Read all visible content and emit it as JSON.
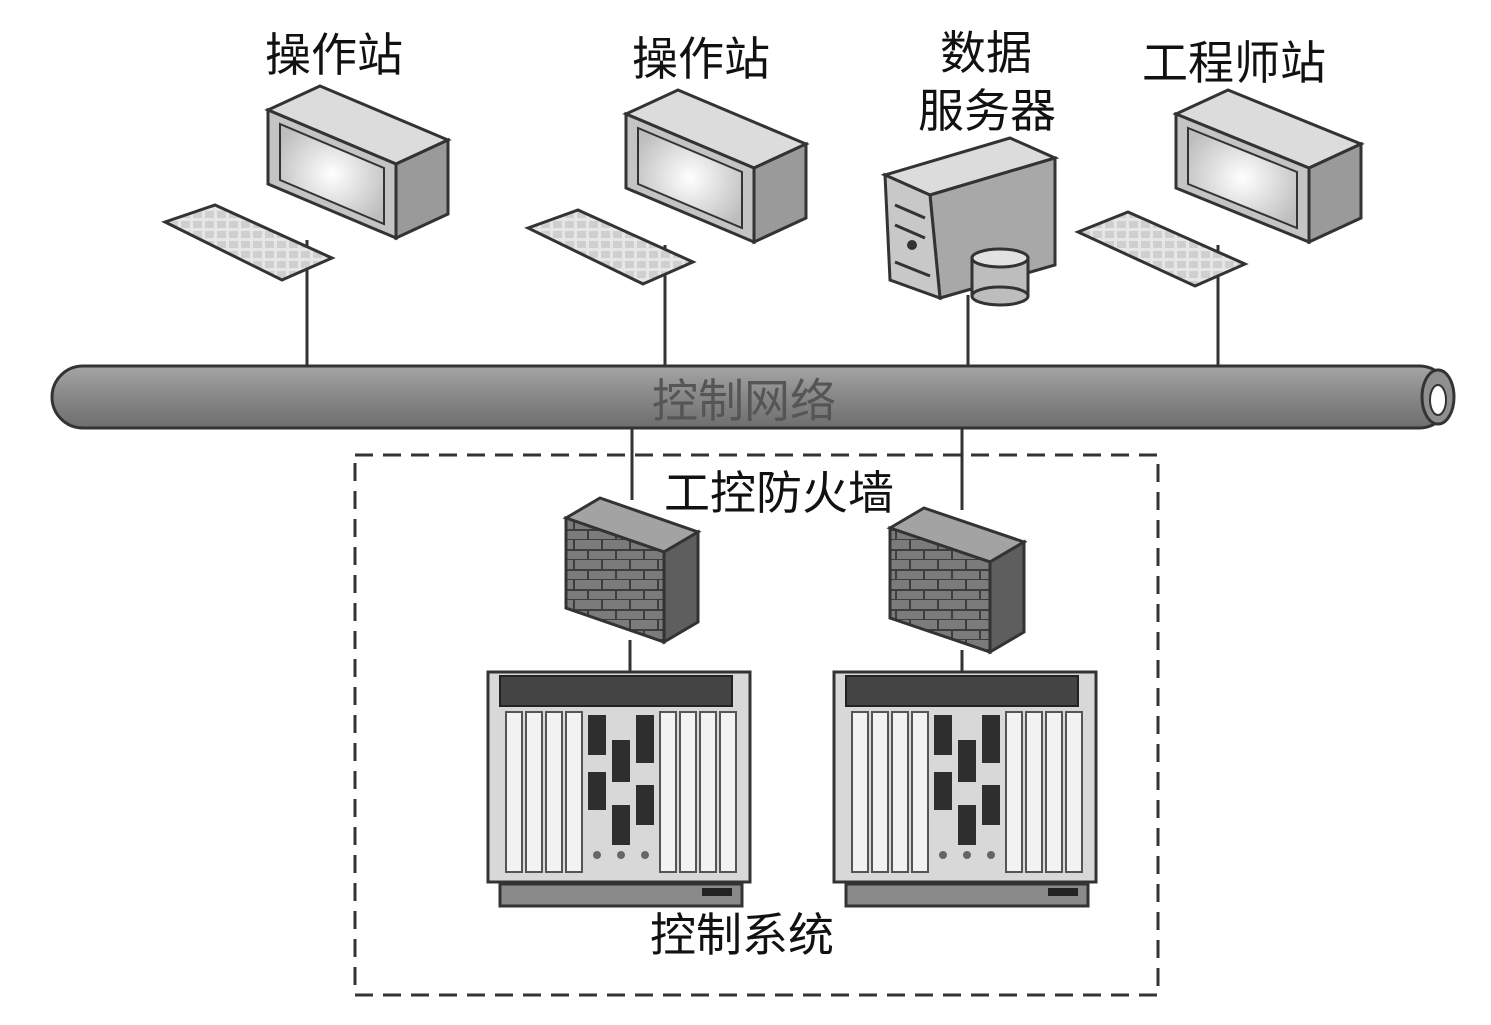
{
  "nodes": {
    "operator_station_1": {
      "label": "操作站"
    },
    "operator_station_2": {
      "label": "操作站"
    },
    "data_server": {
      "label_line1": "数据",
      "label_line2": "服务器"
    },
    "engineer_station": {
      "label": "工程师站"
    }
  },
  "network": {
    "label": "控制网络"
  },
  "firewall_group": {
    "label": "工控防火墙"
  },
  "control_system": {
    "label": "控制系统"
  },
  "colors": {
    "line": "#333333",
    "screen": "#e8e8e8",
    "case": "#c8c8c8",
    "pipe": "#8c8c8c",
    "firewall": "#7a7a7a"
  }
}
